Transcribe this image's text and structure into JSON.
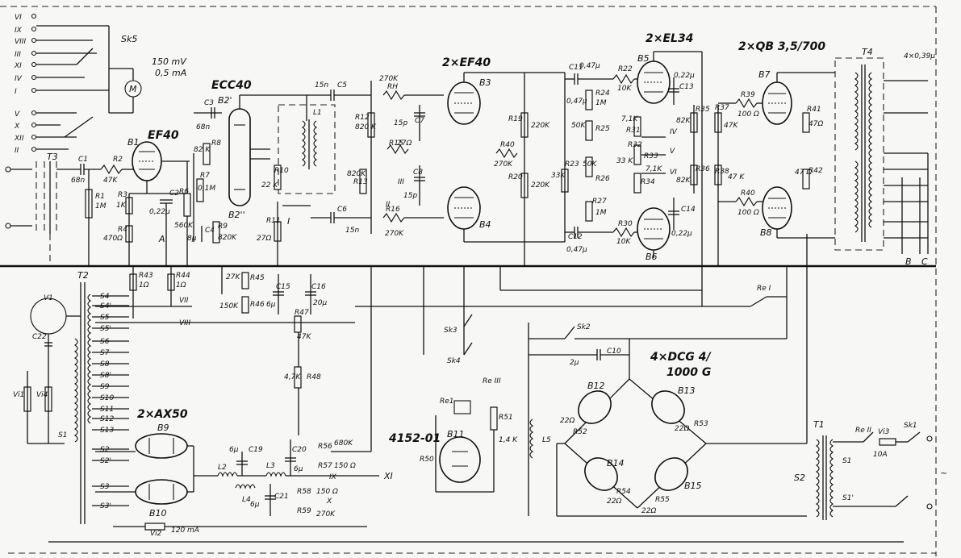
{
  "title_labels": {
    "ecc40": "ECC40",
    "ef40_in": "EF40",
    "ef40_pair": "2×EF40",
    "el34_pair": "2×EL34",
    "qb_pair": "2×QB 3,5/700",
    "ax50_pair": "2×AX50",
    "dcg": "4×DCG 4/",
    "dcg2": "1000 G",
    "part_no": "4152-01"
  },
  "meter": {
    "symbol": "M",
    "range_v": "150 mV",
    "range_a": "0,5 mA",
    "switch": "Sk5"
  },
  "switch_positions": [
    "VI",
    "IX",
    "VIII",
    "III",
    "XI",
    "IV",
    "I",
    "V",
    "X",
    "XII",
    "II"
  ],
  "tubes": [
    {
      "id": "B1",
      "name": "B1"
    },
    {
      "id": "B2",
      "name": "B2'"
    },
    {
      "id": "B2b",
      "name": "B2''"
    },
    {
      "id": "B3",
      "name": "B3"
    },
    {
      "id": "B4",
      "name": "B4"
    },
    {
      "id": "B5",
      "name": "B5"
    },
    {
      "id": "B6",
      "name": "B6"
    },
    {
      "id": "B7",
      "name": "B7"
    },
    {
      "id": "B8",
      "name": "B8"
    },
    {
      "id": "B9",
      "name": "B9"
    },
    {
      "id": "B10",
      "name": "B10"
    },
    {
      "id": "B11",
      "name": "B11"
    },
    {
      "id": "B12",
      "name": "B12"
    },
    {
      "id": "B13",
      "name": "B13"
    },
    {
      "id": "B14",
      "name": "B14"
    },
    {
      "id": "B15",
      "name": "B15"
    }
  ],
  "component_labels": {
    "t3": "T3",
    "c1": "C1",
    "c1v": "68n",
    "r1": "R1",
    "r1v": "1M",
    "r2": "R2",
    "r2v": "47K",
    "r3": "R3",
    "r3v": "1K",
    "r4": "R4",
    "r4v": "470Ω",
    "c2": "C2",
    "c2v": "0,22μ",
    "r6": "R6",
    "r6v": "560K",
    "r7": "R7",
    "r7v": "0,1M",
    "c3": "C3",
    "c3v": "68n",
    "r8": "R8",
    "r8v": "82 K",
    "c4": "C4",
    "c4v": "8μ",
    "r9": "R9",
    "r9v": "820K",
    "r10": "R10",
    "r10v": "22 K",
    "r11": "R11",
    "r11v": "27Ω",
    "l1": "L1",
    "c5": "C5",
    "c5v": "15n",
    "c6": "C6",
    "c6v": "15n",
    "r12": "R12",
    "r12v": "820 K",
    "r13": "R13",
    "r13v": "820K",
    "rh": "RH",
    "rhv": "270K",
    "r15": "R15",
    "r15v": "27Ω",
    "r16": "R16",
    "r16v": "270K",
    "c7": "C7",
    "c7v": "15p",
    "c8": "C8",
    "c8v": "15p",
    "r19": "R19",
    "r19v": "220K",
    "r20": "R20",
    "r20v": "220K",
    "r40": "R40",
    "r40v": "270K",
    "r22": "R22",
    "r22v": "10K",
    "r24": "R24",
    "r24v": "1M",
    "r25": "R25",
    "r25v": "50K",
    "r26": "R26",
    "r26v": "50K",
    "r23": "R23",
    "r23v": "33K",
    "r27": "R27",
    "r27v": "1M",
    "r30": "R30",
    "r30v": "10K",
    "r31": "R31",
    "r31v": "7,1K",
    "r32": "R32",
    "r33": "R33",
    "r33v": "33 K",
    "r34": "R34",
    "r34v": "7,1K",
    "r35": "R35",
    "r35v": "82K",
    "r36": "R36",
    "r36v": "82K",
    "r37": "R37",
    "r37v": "47K",
    "r38": "R38",
    "r38v": "47 K",
    "r39": "R39",
    "r39v": "100 Ω",
    "r40b": "R40",
    "r40bv": "100 Ω",
    "r41": "R41",
    "r41v": "47Ω",
    "r42": "R42",
    "r42v": "47 Ω",
    "c11": "C11",
    "c11v": "0,47μ",
    "c12": "C12",
    "c12v": "0,47μ",
    "c13": "C13",
    "c13v": "0,22μ",
    "c14": "C14",
    "c14v": "0,22μ",
    "t4": "T4",
    "c_out": "4×0,39μ",
    "t2": "T2",
    "r43": "R43",
    "r43v": "1Ω",
    "r44": "R44",
    "r44v": "1Ω",
    "r45": "R45",
    "r45v": "27K",
    "r46": "R46",
    "r46v": "150K",
    "c15": "C15",
    "c15v": "6μ",
    "c16": "C16",
    "c16v": "20μ",
    "r47": "R47",
    "r47v": "47K",
    "r48": "R48",
    "r48v": "4,7K",
    "r52": "Re I",
    "sk3": "Sk3",
    "sk4": "Sk4",
    "sk2": "Sk2",
    "c10": "C10",
    "c10v": "2μ",
    "l2": "L2",
    "l3": "L3",
    "l4": "L4",
    "c19": "C19",
    "c19v": "6μ",
    "c20": "C20",
    "c20v": "6μ",
    "c21": "C21",
    "c21v": "6μ",
    "r56": "R56",
    "r56v": "680K",
    "r57": "R57",
    "r57v": "150 Ω",
    "r58": "R58",
    "r58v": "150 Ω",
    "r59": "R59",
    "r59v": "270K",
    "v1": "V1",
    "c22": "C22",
    "vi1": "Vi1",
    "vi2": "Vi2",
    "vi2v": "120 mA",
    "vi4": "Vi4",
    "re1": "Re1",
    "reiii": "Re III",
    "r51": "R51",
    "r51v": "1,4 K",
    "r50": "R50",
    "l5": "L5",
    "r52b": "R52",
    "r52bv": "22Ω",
    "r53": "R53",
    "r53v": "22Ω",
    "r54": "R54",
    "r54v": "22Ω",
    "r55": "R55",
    "r55v": "22Ω",
    "t1": "T1",
    "reii": "Re II",
    "vi3": "Vi3",
    "vi3v": "10A",
    "sk1": "Sk1",
    "s2": "S2",
    "s1": "S1",
    "s1b": "S1'"
  },
  "winding_labels": [
    "S4",
    "S4'",
    "S5",
    "S5'",
    "S6",
    "S7",
    "S8",
    "S8'",
    "S9",
    "S10",
    "S11",
    "S12",
    "S13",
    "S1",
    "S2",
    "S2'",
    "S3",
    "S3'"
  ],
  "net_labels": [
    "XI",
    "IX",
    "X",
    "VIII",
    "VII",
    "III",
    "II",
    "IV",
    "V",
    "VI",
    "XII",
    "I",
    "A",
    "B",
    "C",
    "~"
  ]
}
